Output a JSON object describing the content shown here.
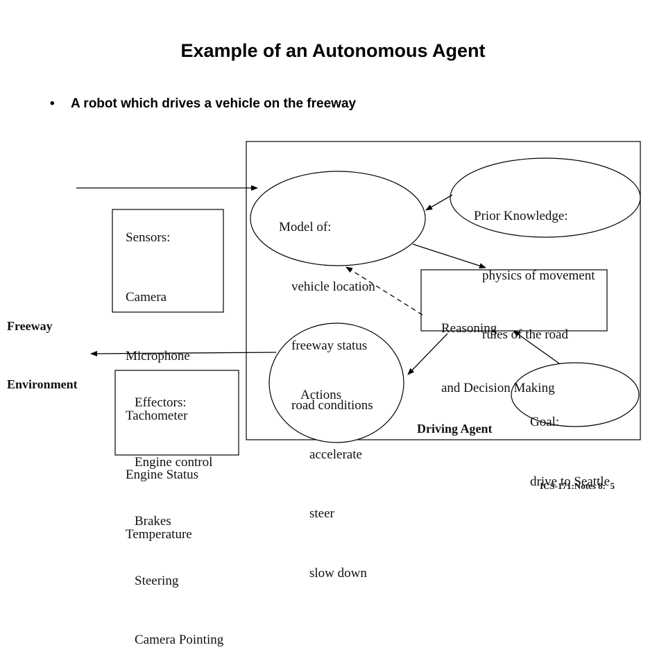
{
  "title": "Example of an Autonomous Agent",
  "bullet": "A robot which drives a vehicle on the freeway",
  "environment_label": [
    "Freeway",
    "Environment"
  ],
  "sensors": {
    "heading": "Sensors:",
    "items": [
      "Camera",
      "Microphone",
      "Tachometer",
      "Engine Status",
      "Temperature"
    ]
  },
  "effectors": {
    "heading": "Effectors:",
    "items": [
      "Engine control",
      "Brakes",
      "Steering",
      "Camera Pointing"
    ]
  },
  "model": {
    "heading": "Model of:",
    "items": [
      "vehicle location",
      "freeway status",
      "road conditions"
    ]
  },
  "prior_knowledge": {
    "heading": "Prior Knowledge:",
    "items": [
      "physics of movement",
      "rules of the road"
    ]
  },
  "reasoning": [
    "Reasoning",
    "and Decision Making"
  ],
  "actions": {
    "heading": "Actions",
    "items": [
      "accelerate",
      "steer",
      "slow down"
    ]
  },
  "goal": [
    "Goal:",
    "drive to Seattle"
  ],
  "agent_label": "Driving Agent",
  "footer": "ICS-171:Notes 8:  5"
}
